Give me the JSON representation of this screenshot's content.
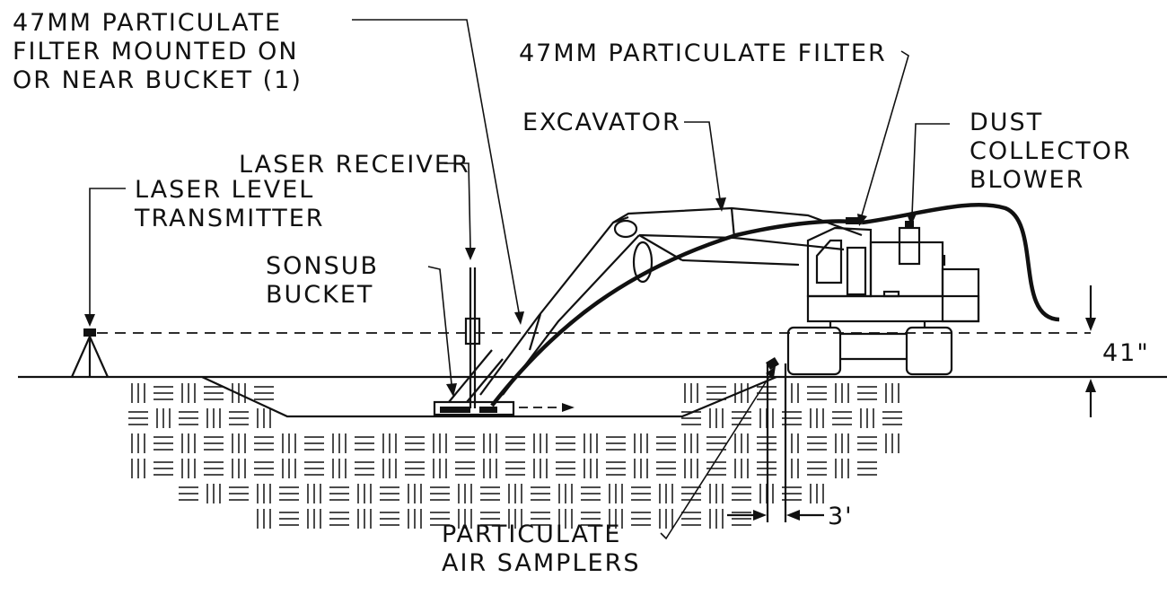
{
  "labels": {
    "filter_bucket": [
      "47MM PARTICULATE",
      "FILTER MOUNTED ON",
      "OR NEAR BUCKET (1)"
    ],
    "filter_top": "47MM PARTICULATE FILTER",
    "excavator": "EXCAVATOR",
    "dust_collector": [
      "DUST",
      "COLLECTOR",
      "BLOWER"
    ],
    "laser_receiver": "LASER RECEIVER",
    "laser_transmitter": [
      "LASER LEVEL",
      "TRANSMITTER"
    ],
    "sonsub_bucket": [
      "SONSUB",
      "BUCKET"
    ],
    "air_samplers": [
      "PARTICULATE",
      "AIR SAMPLERS"
    ],
    "dim_height": "41\"",
    "dim_width": "3'"
  }
}
